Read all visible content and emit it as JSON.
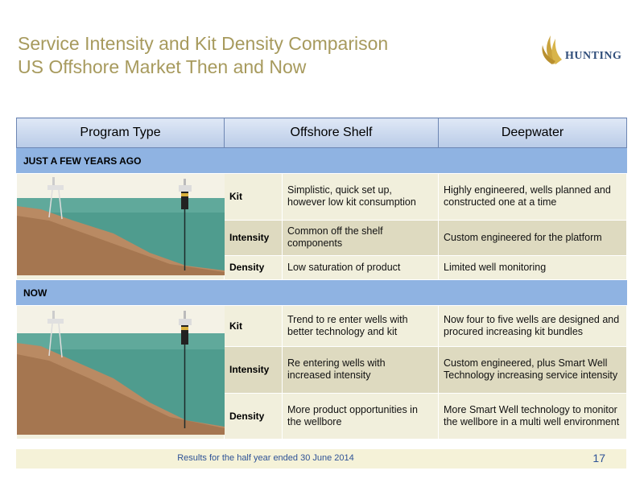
{
  "slide": {
    "title_line1": "Service Intensity and Kit Density Comparison",
    "title_line2": "US Offshore Market Then and Now",
    "logo_text": "HUNTING"
  },
  "colors": {
    "title": "#a79a5d",
    "header_fill": "#b9cbe7",
    "section_fill": "#8fb3e2",
    "row_light": "#f1efdc",
    "row_dark": "#dedac0",
    "footer_text": "#2e5296",
    "water": "#4f9c8e",
    "seabed": "#b98a63"
  },
  "table": {
    "headers": [
      "Program Type",
      "Offshore Shelf",
      "Deepwater"
    ],
    "sections": [
      {
        "title": "JUST A FEW YEARS AGO",
        "rows": [
          {
            "label": "Kit",
            "shelf": "Simplistic, quick set up, however low kit consumption",
            "deepwater": "Highly engineered, wells planned and constructed one at a time"
          },
          {
            "label": "Intensity",
            "shelf": "Common off the shelf components",
            "deepwater": "Custom engineered for the platform"
          },
          {
            "label": "Density",
            "shelf": "Low saturation of product",
            "deepwater": "Limited well monitoring"
          }
        ]
      },
      {
        "title": "NOW",
        "rows": [
          {
            "label": "Kit",
            "shelf": "Trend to re enter wells with better technology and kit",
            "deepwater": "Now four to five wells are designed and procured increasing kit bundles"
          },
          {
            "label": "Intensity",
            "shelf": "Re entering wells with increased intensity",
            "deepwater": "Custom engineered, plus Smart Well Technology increasing service intensity"
          },
          {
            "label": "Density",
            "shelf": "More product opportunities in the wellbore",
            "deepwater": "More Smart Well technology to monitor the wellbore in a multi well environment"
          }
        ]
      }
    ]
  },
  "footer": {
    "text": "Results for the half year ended 30 June 2014",
    "page": "17"
  }
}
